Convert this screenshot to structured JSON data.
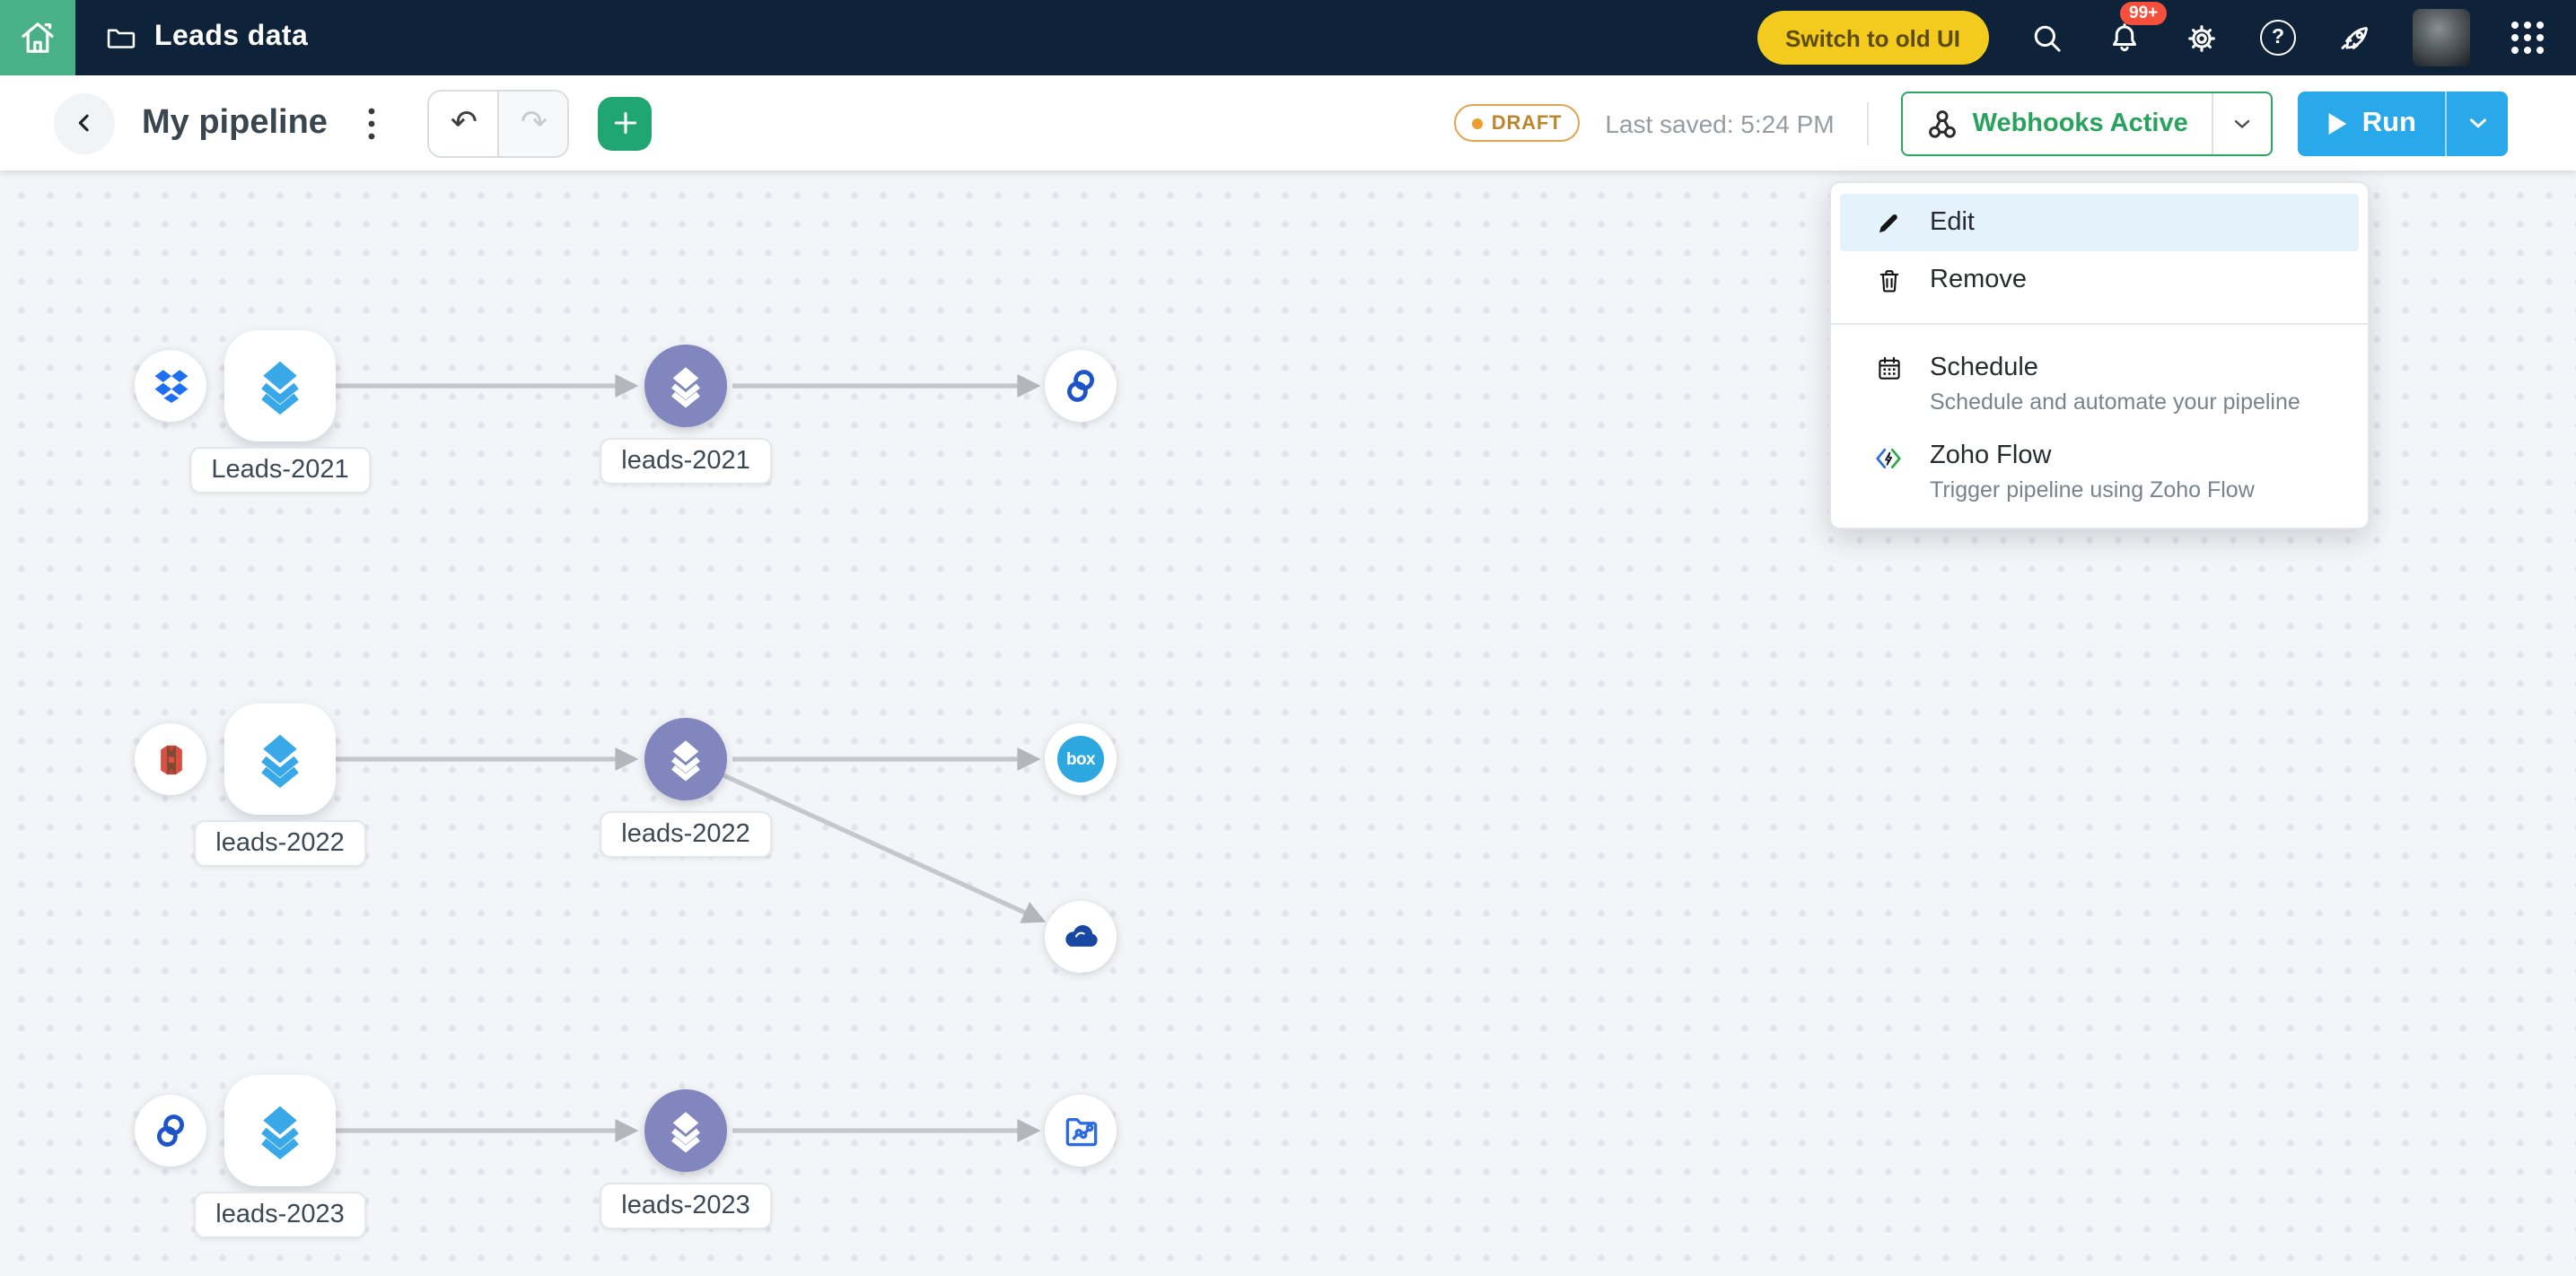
{
  "topbar": {
    "title": "Leads data",
    "switch_button": "Switch to old UI",
    "notification_badge": "99+"
  },
  "toolbar": {
    "pipeline_title": "My pipeline"
  },
  "status": {
    "draft_label": "DRAFT",
    "last_saved": "Last saved: 5:24 PM"
  },
  "buttons": {
    "webhooks": "Webhooks Active",
    "run": "Run"
  },
  "menu": {
    "items": [
      {
        "label": "Edit"
      },
      {
        "label": "Remove"
      },
      {
        "label": "Schedule",
        "description": "Schedule and automate your pipeline"
      },
      {
        "label": "Zoho Flow",
        "description": "Trigger pipeline using Zoho Flow"
      }
    ]
  },
  "canvas": {
    "rows": [
      {
        "source": "dropbox",
        "source_label": "Leads-2021",
        "stage_label": "leads-2021",
        "destinations": [
          "zoho-crm"
        ]
      },
      {
        "source": "amazon-s3",
        "source_label": "leads-2022",
        "stage_label": "leads-2022",
        "destinations": [
          "box",
          "onedrive"
        ]
      },
      {
        "source": "zoho-crm",
        "source_label": "leads-2023",
        "stage_label": "leads-2023",
        "destinations": [
          "zoho-analytics"
        ]
      }
    ],
    "box_label": "box"
  },
  "icons": {
    "help_glyph": "?",
    "undo_glyph": "↶",
    "redo_glyph": "↷"
  },
  "colors": {
    "topbar_bg": "#0E2339",
    "home_green": "#48B187",
    "accent_yellow": "#F2CB1E",
    "badge_red": "#F4503C",
    "add_green": "#1FA673",
    "run_blue": "#29A9EA",
    "webhooks_green": "#28A25C",
    "draft_orange": "#DFA452",
    "node_blue": "#38A8E8",
    "node_purple": "#8186BE",
    "menu_highlight": "#E4F2FB",
    "canvas_bg": "#F4F5F8",
    "connector_gray": "#C5C7CC"
  }
}
